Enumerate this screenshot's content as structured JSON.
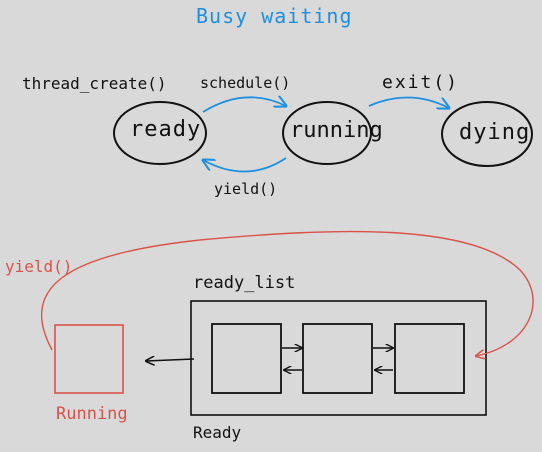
{
  "title": "Busy waiting",
  "state_diagram": {
    "nodes": [
      {
        "id": "ready",
        "label": "ready"
      },
      {
        "id": "running",
        "label": "running"
      },
      {
        "id": "dying",
        "label": "dying"
      }
    ],
    "edges": [
      {
        "from": "entry",
        "to": "ready",
        "label": "thread_create()"
      },
      {
        "from": "ready",
        "to": "running",
        "label": "schedule()"
      },
      {
        "from": "running",
        "to": "ready",
        "label": "yield()"
      },
      {
        "from": "running",
        "to": "dying",
        "label": "exit()"
      }
    ]
  },
  "queue_diagram": {
    "list_label": "ready_list",
    "container_label": "Ready",
    "running_label": "Running",
    "yield_label": "yield()",
    "node_count": 3
  },
  "colors": {
    "title": "#1e90e0",
    "ink": "#111111",
    "red": "#d9534a",
    "background": "#d9d9d9"
  }
}
